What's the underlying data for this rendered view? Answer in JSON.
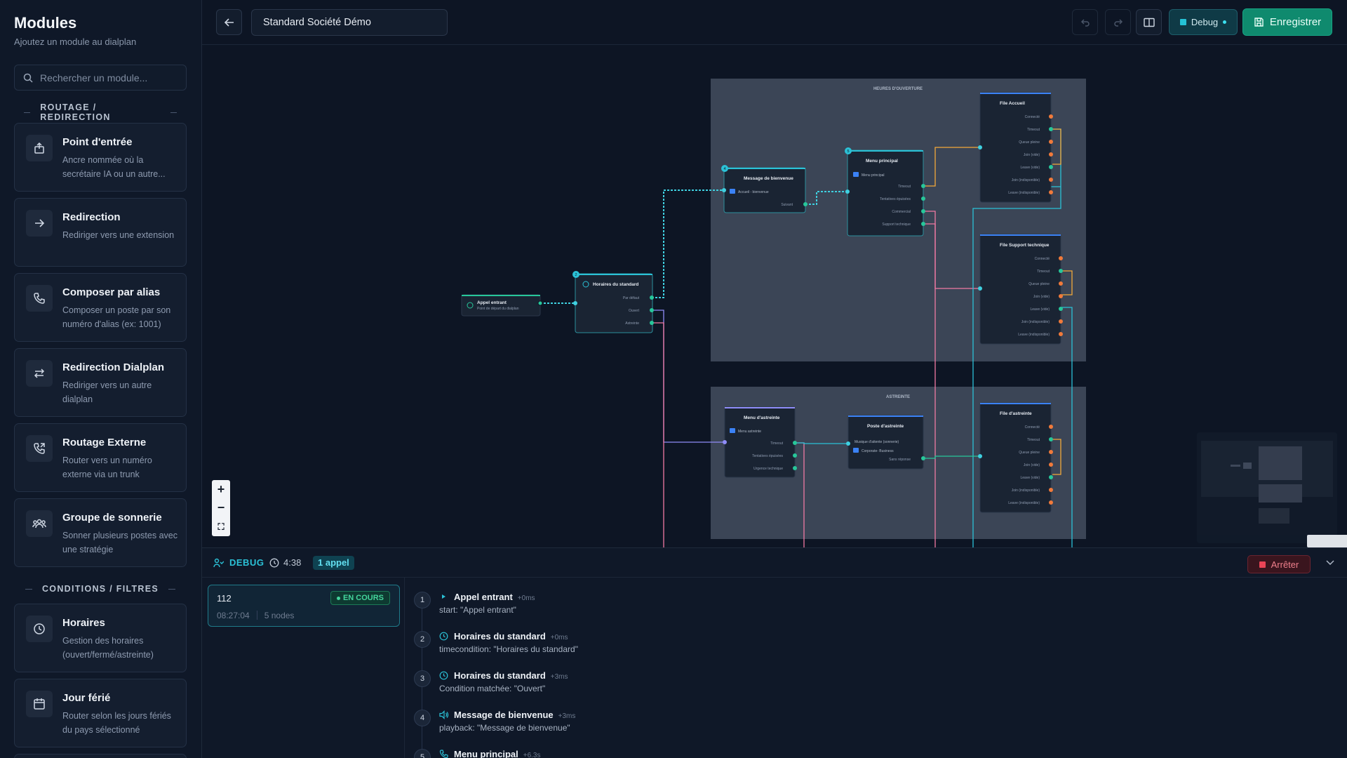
{
  "sidebar": {
    "title": "Modules",
    "subtitle": "Ajoutez un module au dialplan",
    "search_placeholder": "Rechercher un module...",
    "section1": "ROUTAGE / REDIRECTION",
    "section2": "CONDITIONS / FILTRES",
    "modules": [
      {
        "title": "Point d'entrée",
        "desc": "Ancre nommée où la secrétaire IA ou un autre...",
        "icon": "anchor-icon"
      },
      {
        "title": "Redirection",
        "desc": "Rediriger vers une extension",
        "icon": "arrow-right-icon"
      },
      {
        "title": "Composer par alias",
        "desc": "Composer un poste par son numéro d'alias (ex: 1001)",
        "icon": "phone-alias-icon"
      },
      {
        "title": "Redirection Dialplan",
        "desc": "Rediriger vers un autre dialplan",
        "icon": "swap-icon"
      },
      {
        "title": "Routage Externe",
        "desc": "Router vers un numéro externe via un trunk",
        "icon": "phone-external-icon"
      },
      {
        "title": "Groupe de sonnerie",
        "desc": "Sonner plusieurs postes avec une stratégie",
        "icon": "group-icon"
      },
      {
        "title": "Horaires",
        "desc": "Gestion des horaires (ouvert/fermé/astreinte)",
        "icon": "clock-icon"
      },
      {
        "title": "Jour férié",
        "desc": "Router selon les jours fériés du pays sélectionné",
        "icon": "calendar-icon"
      }
    ]
  },
  "topbar": {
    "dialplan_name": "Standard Société Démo",
    "debug_label": "Debug",
    "save_label": "Enregistrer"
  },
  "canvas": {
    "groups": {
      "open": "HEURES D'OUVERTURE",
      "oncall": "ASTREINTE"
    },
    "nodes": {
      "entry": {
        "title": "Appel entrant",
        "sub": "Point de départ du dialplan"
      },
      "hours": {
        "title": "Horaires du standard",
        "badge": "2",
        "outs": [
          "Par défaut",
          "Ouvert",
          "Astreinte"
        ]
      },
      "welcome": {
        "title": "Message de bienvenue",
        "badge": "4",
        "tag": "Accueil - bienvenue",
        "outs": [
          "Suivant"
        ]
      },
      "menu": {
        "title": "Menu principal",
        "badge": "5",
        "tag": "Menu principal",
        "outs": [
          "Timeout",
          "Tentatives épuisées",
          "Commercial",
          "Support technique"
        ]
      },
      "q1": {
        "title": "File Accueil",
        "outs": [
          "Connecté",
          "Timeout",
          "Queue pleine",
          "Join (vide)",
          "Leave (vide)",
          "Join (indisponible)",
          "Leave (indisponible)"
        ]
      },
      "q2": {
        "title": "File Support technique",
        "outs": [
          "Connecté",
          "Timeout",
          "Queue pleine",
          "Join (vide)",
          "Leave (vide)",
          "Join (indisponible)",
          "Leave (indisponible)"
        ]
      },
      "menuA": {
        "title": "Menu d'astreinte",
        "tag": "Menu astreinte",
        "outs": [
          "Timeout",
          "Tentatives épuisées",
          "Urgence technique"
        ]
      },
      "poste": {
        "title": "Poste d'astreinte",
        "tag1": "Musique d'attente (sonnerie)",
        "tag2": "Corporate- Business",
        "outs": [
          "Sans réponse"
        ]
      },
      "q3": {
        "title": "File d'astreinte",
        "outs": [
          "Connecté",
          "Timeout",
          "Queue pleine",
          "Join (vide)",
          "Leave (vide)",
          "Join (indisponible)",
          "Leave (indisponible)"
        ]
      }
    },
    "zoom": {
      "in": "+",
      "out": "−",
      "fit": "⛶"
    }
  },
  "debug": {
    "label": "DEBUG",
    "time": "4:38",
    "count": "1 appel",
    "stop_label": "Arrêter",
    "call": {
      "number": "112",
      "status": "EN COURS",
      "time": "08:27:04",
      "nodes": "5 nodes"
    },
    "steps": [
      {
        "n": "1",
        "title": "Appel entrant",
        "ms": "+0ms",
        "sub": "start: \"Appel entrant\""
      },
      {
        "n": "2",
        "title": "Horaires du standard",
        "ms": "+0ms",
        "sub": "timecondition: \"Horaires du standard\""
      },
      {
        "n": "3",
        "title": "Horaires du standard",
        "ms": "+3ms",
        "sub": "Condition matchée: \"Ouvert\""
      },
      {
        "n": "4",
        "title": "Message de bienvenue",
        "ms": "+3ms",
        "sub": "playback: \"Message de bienvenue\""
      },
      {
        "n": "5",
        "title": "Menu principal",
        "ms": "+6.3s",
        "sub": ""
      }
    ]
  }
}
